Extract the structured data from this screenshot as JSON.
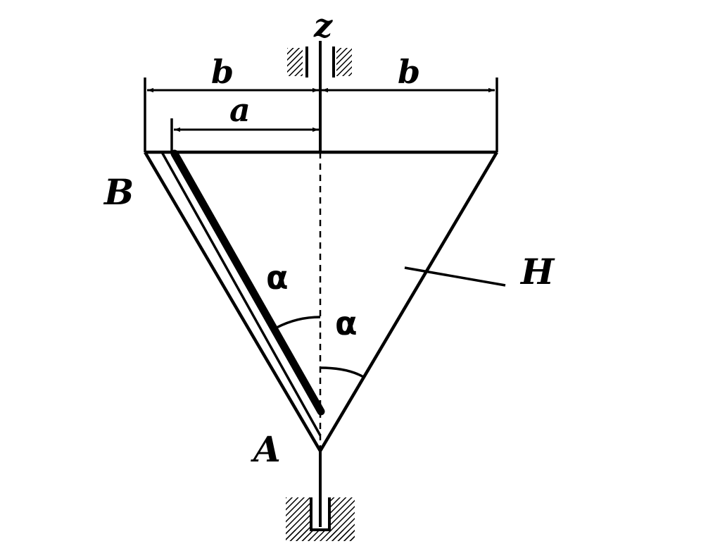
{
  "labels": {
    "z": "z",
    "b_left": "b",
    "b_right": "b",
    "a": "a",
    "B": "B",
    "A": "A",
    "H": "H",
    "alpha_rod": "α",
    "alpha_axis": "α"
  },
  "colors": {
    "ink": "#000000",
    "paper": "#ffffff"
  }
}
